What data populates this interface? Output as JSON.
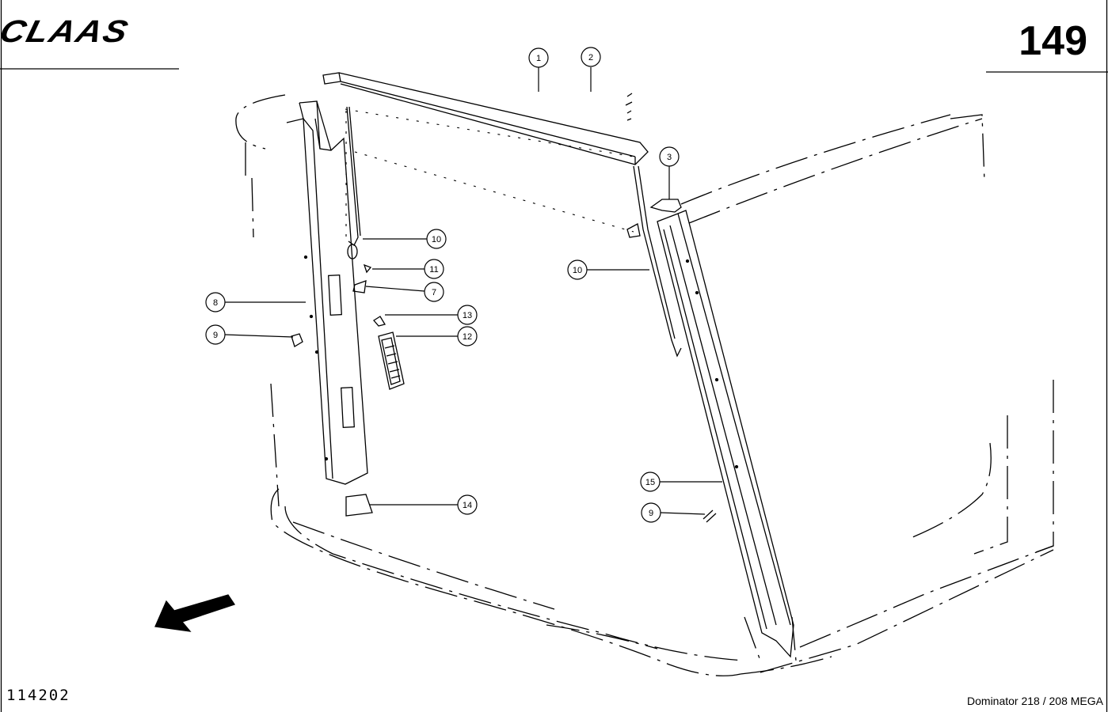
{
  "header": {
    "brand": "CLAAS",
    "page_number": "149"
  },
  "footer": {
    "doc_id": "114202",
    "model": "Dominator 218 / 208 MEGA"
  },
  "callouts": [
    {
      "key": "c1",
      "label": "1"
    },
    {
      "key": "c2",
      "label": "2"
    },
    {
      "key": "c3",
      "label": "3"
    },
    {
      "key": "c10a",
      "label": "10"
    },
    {
      "key": "c11",
      "label": "11"
    },
    {
      "key": "c7",
      "label": "7"
    },
    {
      "key": "c8",
      "label": "8"
    },
    {
      "key": "c9a",
      "label": "9"
    },
    {
      "key": "c13",
      "label": "13"
    },
    {
      "key": "c12",
      "label": "12"
    },
    {
      "key": "c10b",
      "label": "10"
    },
    {
      "key": "c15",
      "label": "15"
    },
    {
      "key": "c9b",
      "label": "9"
    },
    {
      "key": "c14",
      "label": "14"
    }
  ]
}
